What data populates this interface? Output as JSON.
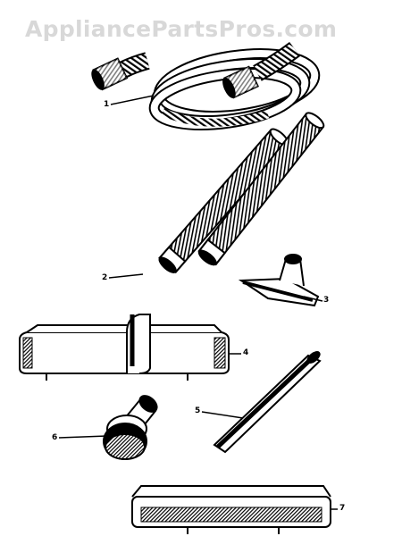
{
  "watermark": "AppliancePartsPros.com",
  "callouts": [
    "1",
    "2",
    "3",
    "4",
    "5",
    "6",
    "7"
  ],
  "colors": {
    "ink": "#000000",
    "watermark": "#d8d8d8",
    "paper": "#ffffff"
  }
}
